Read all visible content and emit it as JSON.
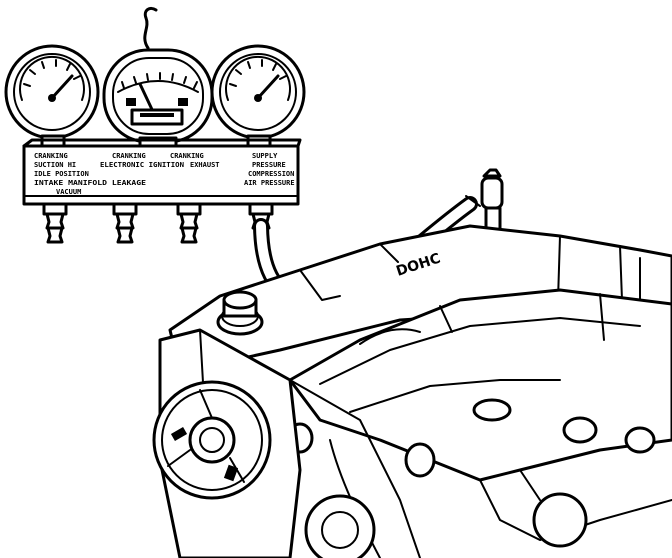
{
  "figure": {
    "colors": {
      "ink": "#000000",
      "paper": "#ffffff"
    }
  },
  "manifold": {
    "legend_lines": [
      {
        "col1": "CRANKING",
        "col2": "CRANKING",
        "col3": "CRANKING",
        "col4": "SUPPLY"
      },
      {
        "col1": "SUCTION HI",
        "col2": "ELECTRONIC IGNITION",
        "col3": "EXHAUST",
        "col4": "PRESSURE"
      },
      {
        "col1": "IDLE POSITION",
        "col2": "",
        "col3": "",
        "col4": "COMPRESSION"
      },
      {
        "col1": "INTAKE MANIFOLD LEAKAGE",
        "col2": "",
        "col3": "",
        "col4": "AIR PRESSURE"
      },
      {
        "col1": "VACUUM",
        "col2": "",
        "col3": "",
        "col4": ""
      }
    ]
  },
  "engine": {
    "cover_emblem": "DOHC"
  }
}
